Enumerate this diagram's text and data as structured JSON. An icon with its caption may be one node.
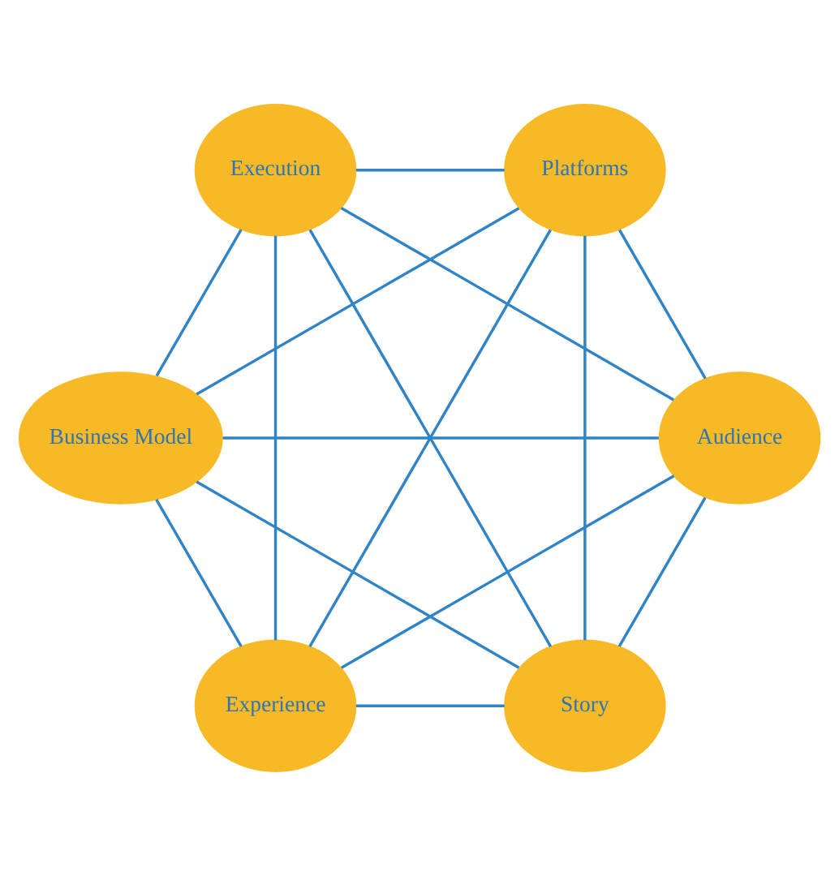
{
  "diagram": {
    "nodes": [
      {
        "text": [
          "Story"
        ]
      },
      {
        "text": [
          "Experience"
        ]
      },
      {
        "text": [
          "Audience"
        ]
      },
      {
        "text": [
          "Platforms"
        ]
      },
      {
        "text": [
          "Business Model"
        ]
      },
      {
        "text": [
          "Execution"
        ]
      }
    ],
    "edges": [
      {
        "from": 0,
        "to": 1,
        "arrow": "none"
      },
      {
        "from": 0,
        "to": 2,
        "arrow": "none"
      },
      {
        "from": 0,
        "to": 3,
        "arrow": "none"
      },
      {
        "from": 0,
        "to": 4,
        "arrow": "none"
      },
      {
        "from": 0,
        "to": 5,
        "arrow": "none"
      },
      {
        "from": 1,
        "to": 2,
        "arrow": "none"
      },
      {
        "from": 1,
        "to": 3,
        "arrow": "none"
      },
      {
        "from": 1,
        "to": 4,
        "arrow": "none"
      },
      {
        "from": 1,
        "to": 5,
        "arrow": "none"
      },
      {
        "from": 2,
        "to": 3,
        "arrow": "none"
      },
      {
        "from": 2,
        "to": 4,
        "arrow": "none"
      },
      {
        "from": 2,
        "to": 5,
        "arrow": "none"
      },
      {
        "from": 3,
        "to": 4,
        "arrow": "none"
      },
      {
        "from": 3,
        "to": 5,
        "arrow": "none"
      },
      {
        "from": 4,
        "to": 5,
        "arrow": "none"
      }
    ]
  }
}
